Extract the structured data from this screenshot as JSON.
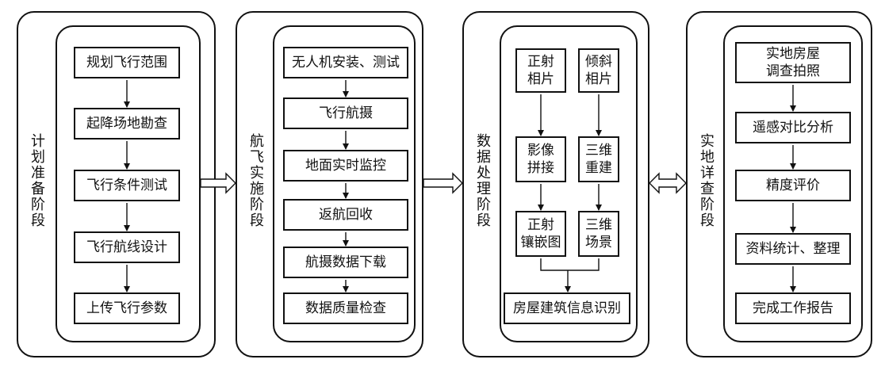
{
  "stages": [
    {
      "title": "计划准备阶段",
      "steps": [
        "规划飞行范围",
        "起降场地勘查",
        "飞行条件测试",
        "飞行航线设计",
        "上传飞行参数"
      ]
    },
    {
      "title": "航飞实施阶段",
      "steps": [
        "无人机安装、测试",
        "飞行航摄",
        "地面实时监控",
        "返航回收",
        "航摄数据下载",
        "数据质量检查"
      ]
    },
    {
      "title": "数据处理阶段",
      "left_column": [
        "正射\n相片",
        "影像\n拼接",
        "正射\n镶嵌图"
      ],
      "right_column": [
        "倾斜\n相片",
        "三维\n重建",
        "三维\n场景"
      ],
      "final_step": "房屋建筑信息识别"
    },
    {
      "title": "实地详查阶段",
      "steps": [
        "实地房屋\n调查拍照",
        "遥感对比分析",
        "精度评价",
        "资料统计、整理",
        "完成工作报告"
      ]
    }
  ]
}
